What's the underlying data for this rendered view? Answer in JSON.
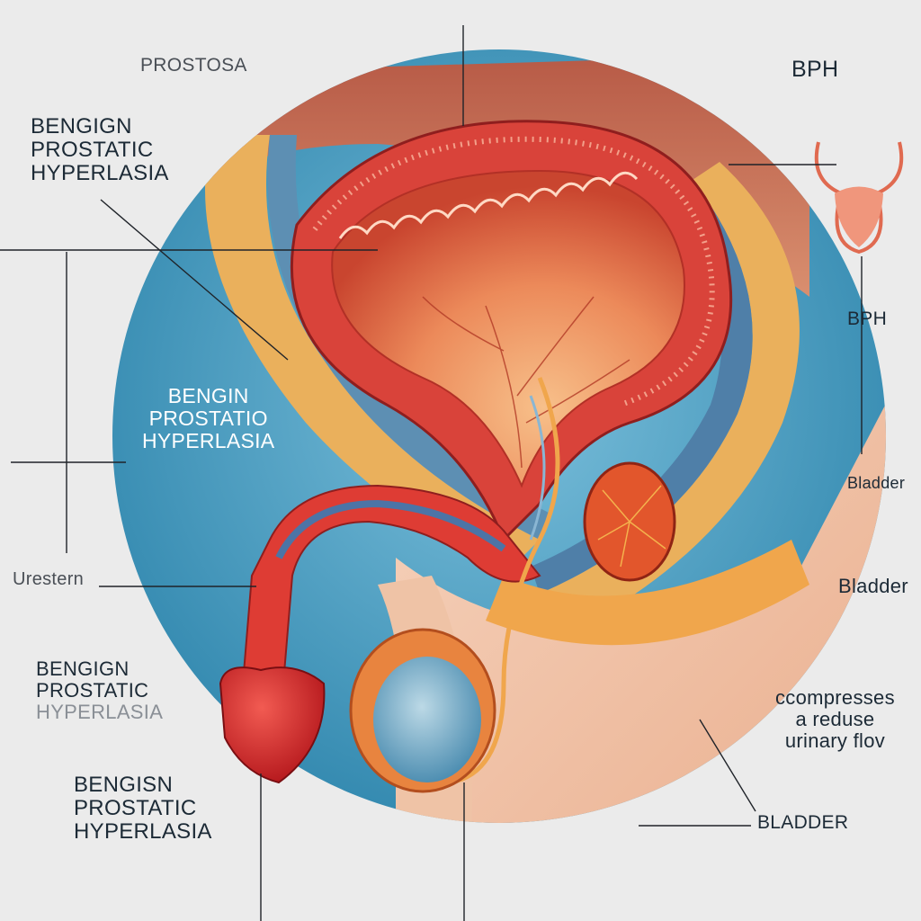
{
  "labels": {
    "top_left": "PROSTOSA",
    "top_right": "BPH",
    "left_upper": [
      "BENGIGN",
      "PROSTATIC",
      "HYPERLASIA"
    ],
    "center_circle": [
      "BENGIN",
      "PROSTATIO",
      "HYPERLASIA"
    ],
    "right_bph": "BPH",
    "ureter": "Urestern",
    "right_bladder_1": "Bladder",
    "right_bladder_2": "Bladder",
    "left_lower_1": [
      "BENGIGN",
      "PROSTATIC",
      "HYPERLASIA"
    ],
    "left_lower_2": [
      "BENGISN",
      "PROSTATIC",
      "HYPERLASIA"
    ],
    "compresses": [
      "ccompresses",
      "a reduse",
      "urinary flov"
    ],
    "bottom_bladder": "BLADDER"
  },
  "colors": {
    "background": "#ebebeb",
    "circle": "#3f8fb3",
    "bladder_wall": "#d9433a",
    "bladder_inner": "#e8794a",
    "fat_layer": "#eab05c",
    "skin": "#f2c4a6",
    "testis": "#7ab0cc",
    "leader_line": "#1f2329"
  },
  "icons": {
    "bph_symbol": "uterus-shaped-organ-icon"
  }
}
